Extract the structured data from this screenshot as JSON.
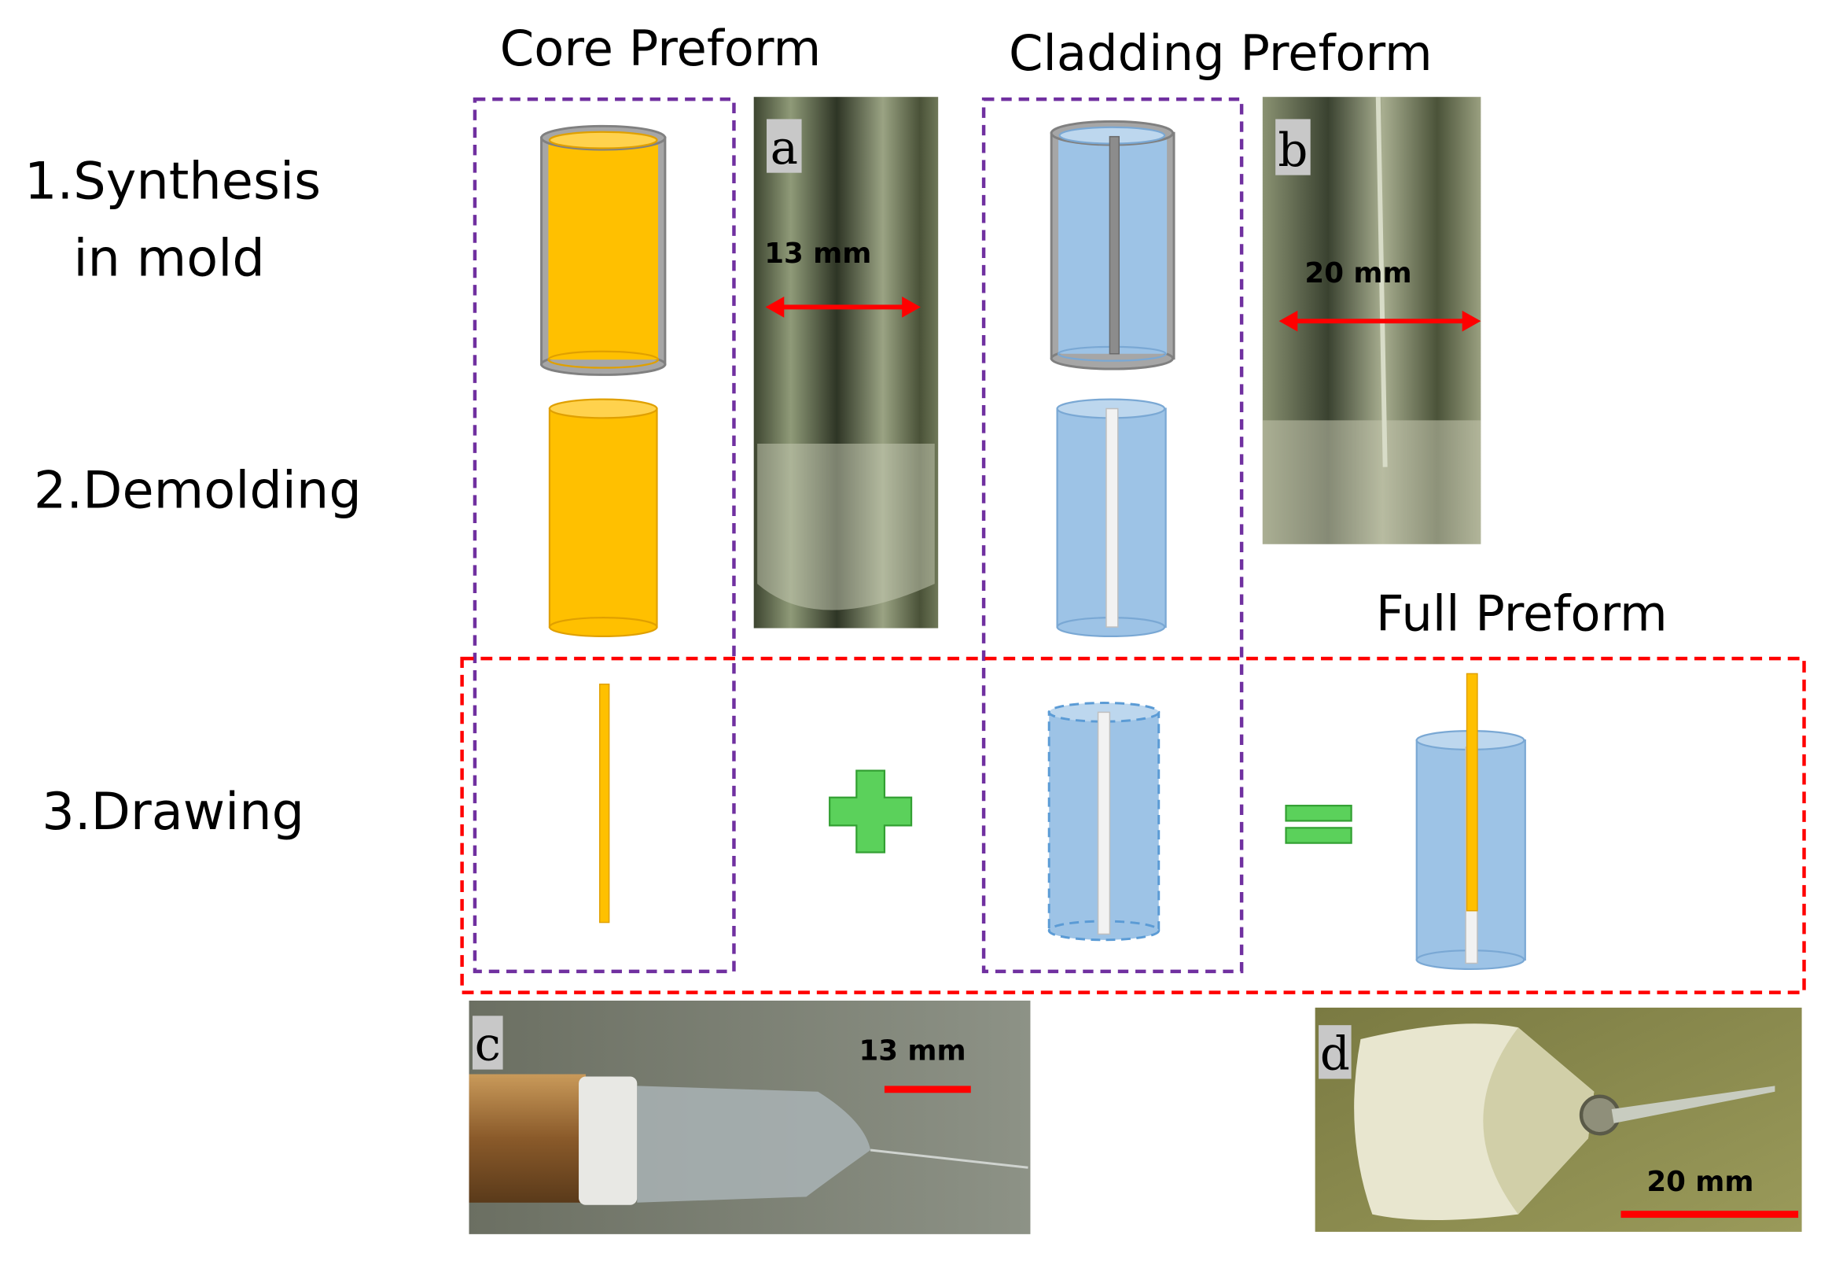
{
  "headers": {
    "core": "Core Preform",
    "cladding": "Cladding Preform",
    "full": "Full Preform"
  },
  "steps": {
    "synthesis_line1": "1.Synthesis",
    "synthesis_line2": "in mold",
    "demolding": "2.Demolding",
    "drawing": "3.Drawing"
  },
  "photos": {
    "a": {
      "label": "a",
      "measure": "13 mm"
    },
    "b": {
      "label": "b",
      "measure": "20 mm"
    },
    "c": {
      "label": "c",
      "measure": "13 mm"
    },
    "d": {
      "label": "d",
      "measure": "20 mm"
    }
  },
  "colors": {
    "core": "#FFC000",
    "cladding": "#9DC3E6",
    "mold": "#A6A6A6",
    "step_box": "#7030A0",
    "drawing_box": "#FF0000",
    "operator": "#5BD15B",
    "arrow": "#FF0000"
  }
}
